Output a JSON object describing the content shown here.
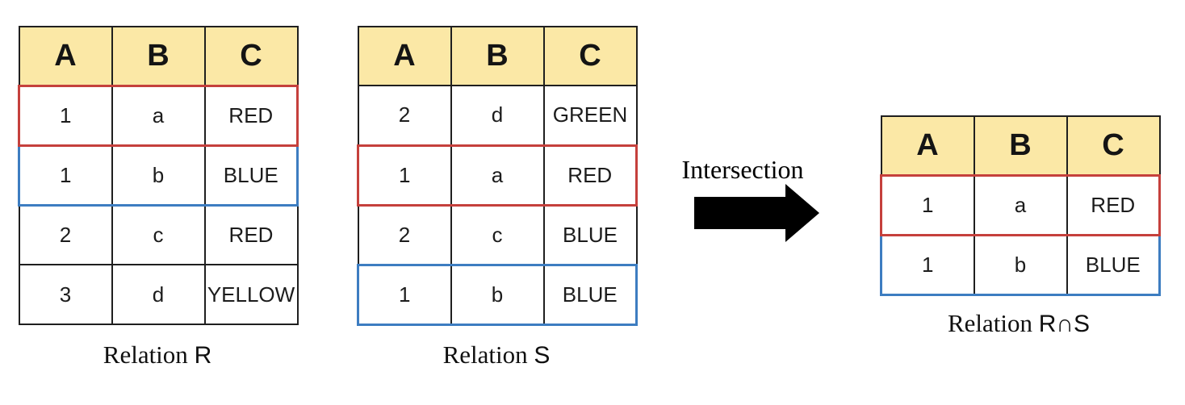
{
  "diagram": {
    "operation_label": "Intersection",
    "colors": {
      "header_fill": "#fbe8a6",
      "table_border": "#1f1f1f",
      "highlight_red": "#c5403c",
      "highlight_blue": "#3d7dc1",
      "arrow": "#000000"
    },
    "tables": [
      {
        "caption": {
          "prefix": "Relation",
          "name": "R"
        },
        "headers": [
          "A",
          "B",
          "C"
        ],
        "rows": [
          {
            "cells": [
              "1",
              "a",
              "RED"
            ],
            "highlight": "red"
          },
          {
            "cells": [
              "1",
              "b",
              "BLUE"
            ],
            "highlight": "blue"
          },
          {
            "cells": [
              "2",
              "c",
              "RED"
            ],
            "highlight": null
          },
          {
            "cells": [
              "3",
              "d",
              "YELLOW"
            ],
            "highlight": null
          }
        ]
      },
      {
        "caption": {
          "prefix": "Relation",
          "name": "S"
        },
        "headers": [
          "A",
          "B",
          "C"
        ],
        "rows": [
          {
            "cells": [
              "2",
              "d",
              "GREEN"
            ],
            "highlight": null
          },
          {
            "cells": [
              "1",
              "a",
              "RED"
            ],
            "highlight": "red"
          },
          {
            "cells": [
              "2",
              "c",
              "BLUE"
            ],
            "highlight": null
          },
          {
            "cells": [
              "1",
              "b",
              "BLUE"
            ],
            "highlight": "blue"
          }
        ]
      },
      {
        "caption": {
          "prefix": "Relation",
          "name": "R∩S"
        },
        "headers": [
          "A",
          "B",
          "C"
        ],
        "rows": [
          {
            "cells": [
              "1",
              "a",
              "RED"
            ],
            "highlight": "red"
          },
          {
            "cells": [
              "1",
              "b",
              "BLUE"
            ],
            "highlight": "blue"
          }
        ]
      }
    ]
  }
}
